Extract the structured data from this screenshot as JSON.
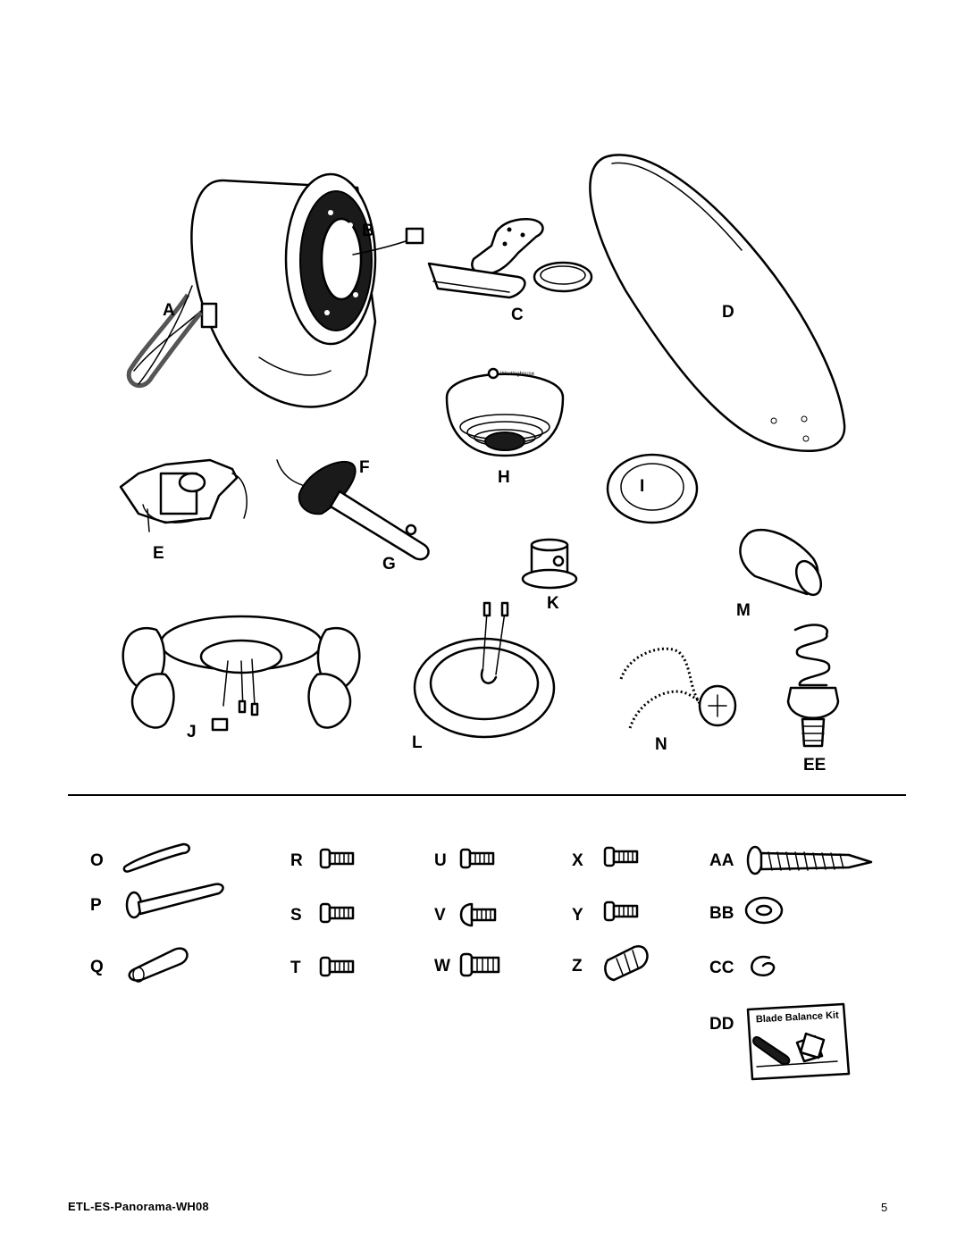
{
  "labels": {
    "A": "A",
    "B": "B",
    "C": "C",
    "D": "D",
    "E": "E",
    "F": "F",
    "G": "G",
    "H": "H",
    "I": "I",
    "J": "J",
    "K": "K",
    "L": "L",
    "M": "M",
    "N": "N",
    "EE": "EE",
    "O": "O",
    "P": "P",
    "Q": "Q",
    "R": "R",
    "S": "S",
    "T": "T",
    "U": "U",
    "V": "V",
    "W": "W",
    "X": "X",
    "Y": "Y",
    "Z": "Z",
    "AA": "AA",
    "BB": "BB",
    "CC": "CC",
    "DD": "DD"
  },
  "canopy_logo_text": "Westinghouse",
  "blade_balance_kit_text": "Blade Balance Kit",
  "footer": {
    "document_id": "ETL-ES-Panorama-WH08",
    "page_number": "5"
  }
}
